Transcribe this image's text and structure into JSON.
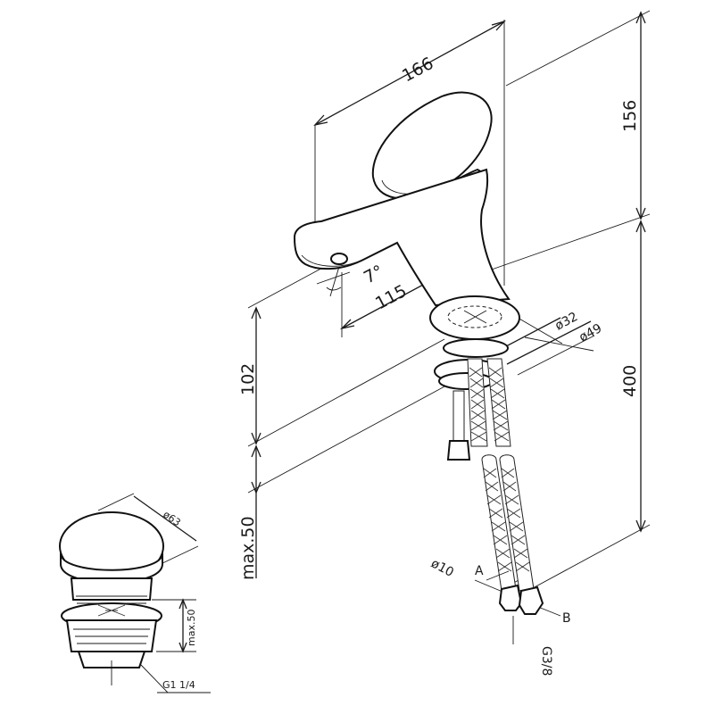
{
  "dimensions": {
    "spout_length": "166",
    "height_above": "156",
    "angle": "7°",
    "reach": "115",
    "spout_height": "102",
    "thickness": "max.50",
    "hose_length": "400",
    "base_inner": "ø32",
    "base_outer": "ø49",
    "hose_dia": "ø10",
    "label_a": "A",
    "label_b": "B",
    "thread": "G3/8"
  },
  "drain": {
    "diameter": "ø63",
    "height": "max.50",
    "thread": "G1 1/4"
  }
}
